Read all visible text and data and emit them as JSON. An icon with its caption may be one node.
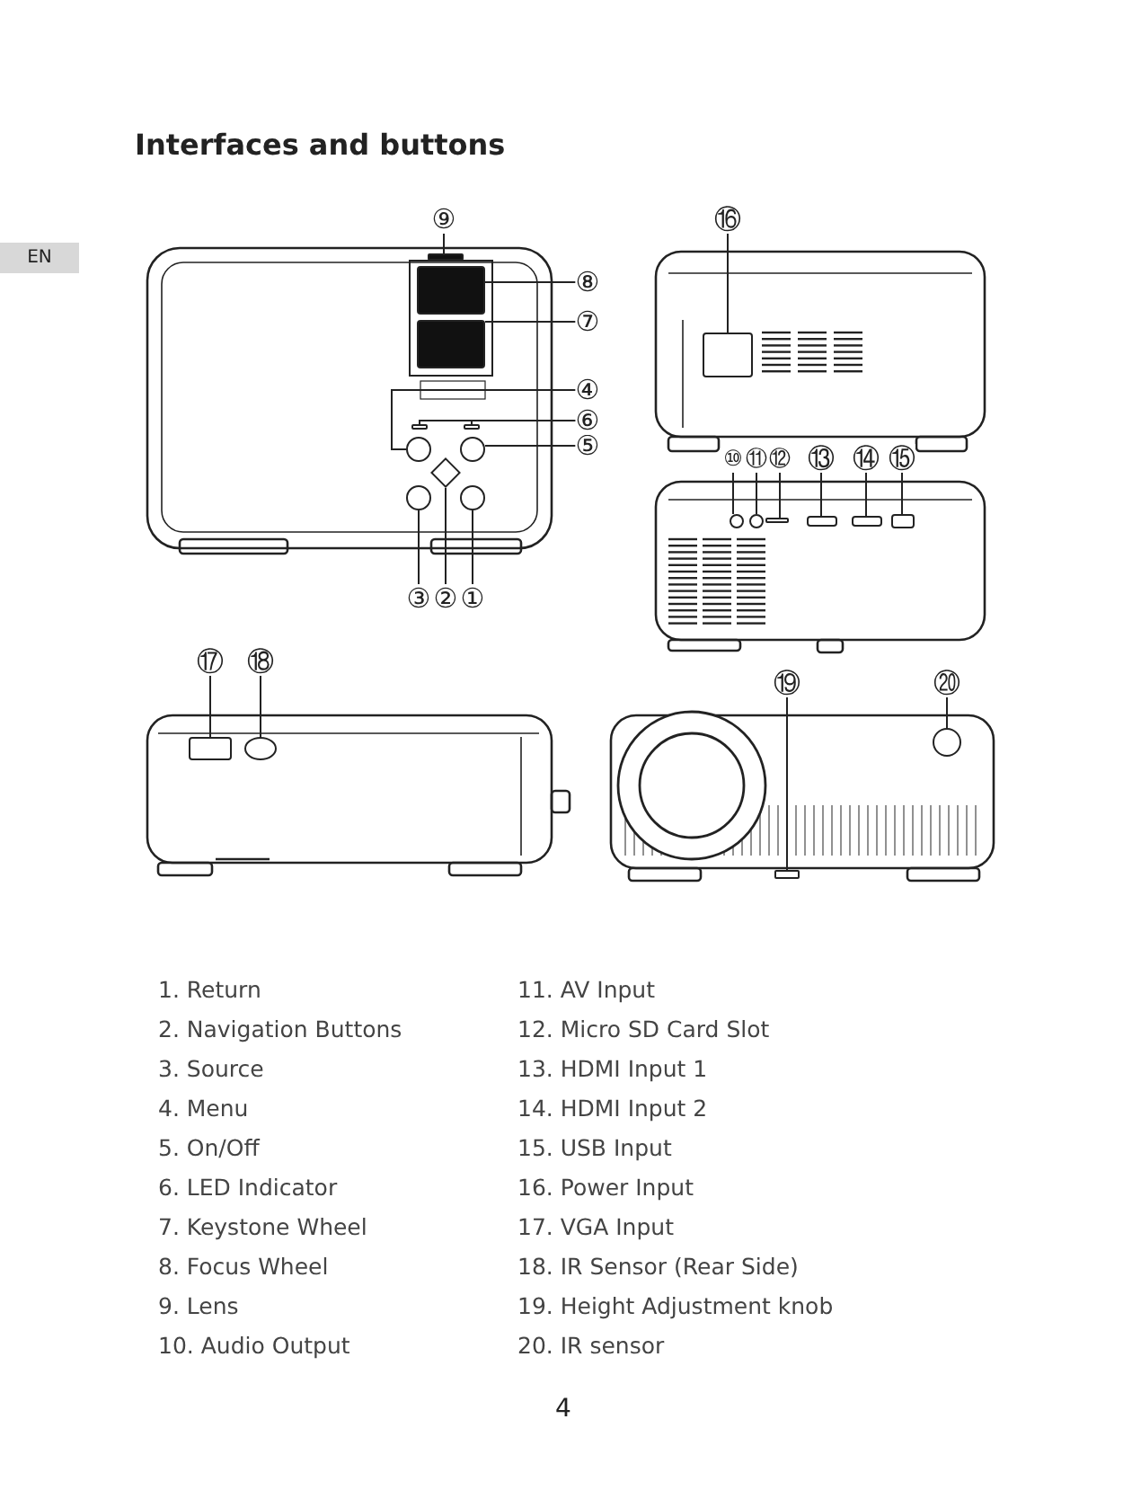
{
  "diagram": {
    "title": "Interfaces and buttons",
    "nodes": [
      {
        "text": [
          "①"
        ]
      },
      {
        "text": [
          "②"
        ]
      },
      {
        "text": [
          "③"
        ]
      },
      {
        "text": [
          "④"
        ]
      },
      {
        "text": [
          "⑤"
        ]
      },
      {
        "text": [
          "⑥"
        ]
      },
      {
        "text": [
          "⑦"
        ]
      },
      {
        "text": [
          "⑧"
        ]
      },
      {
        "text": [
          "⑨"
        ]
      },
      {
        "text": [
          "⑩"
        ]
      },
      {
        "text": [
          "⑪"
        ]
      },
      {
        "text": [
          "⑫"
        ]
      },
      {
        "text": [
          "⑬"
        ]
      },
      {
        "text": [
          "⑭"
        ]
      },
      {
        "text": [
          "⑮"
        ]
      },
      {
        "text": [
          "⑯"
        ]
      },
      {
        "text": [
          "⑰"
        ]
      },
      {
        "text": [
          "⑱"
        ]
      },
      {
        "text": [
          "⑲"
        ]
      },
      {
        "text": [
          "⑳"
        ]
      },
      {
        "text": [],
        "shape": "circle"
      },
      {
        "text": [],
        "shape": "diamond"
      },
      {
        "text": [],
        "shape": "circle"
      },
      {
        "text": [],
        "shape": "circle"
      },
      {
        "text": [],
        "shape": "circle"
      },
      {
        "text": [],
        "shape": "bar"
      },
      {
        "text": [],
        "shape": "box"
      },
      {
        "text": [],
        "shape": "box"
      },
      {
        "text": [],
        "shape": "bar"
      },
      {
        "text": [],
        "shape": "circle"
      },
      {
        "text": [],
        "shape": "circle"
      },
      {
        "text": [],
        "shape": "bar"
      },
      {
        "text": [],
        "shape": "box"
      },
      {
        "text": [],
        "shape": "box"
      },
      {
        "text": [],
        "shape": "box"
      },
      {
        "text": [],
        "shape": "box"
      },
      {
        "text": [],
        "shape": "box"
      },
      {
        "text": [],
        "shape": "circle"
      },
      {
        "text": [],
        "shape": "bar"
      },
      {
        "text": [],
        "shape": "circle"
      },
      {
        "text": [],
        "shape": "bar"
      }
    ],
    "edges": [
      {
        "from": 0,
        "to": 20,
        "arrow": "none"
      },
      {
        "from": 1,
        "to": 21,
        "arrow": "none"
      },
      {
        "from": 2,
        "to": 22,
        "arrow": "none"
      },
      {
        "from": 3,
        "to": 23,
        "arrow": "none"
      },
      {
        "from": 4,
        "to": 24,
        "arrow": "none"
      },
      {
        "from": 5,
        "to": 25,
        "arrow": "none"
      },
      {
        "from": 6,
        "to": 26,
        "arrow": "none"
      },
      {
        "from": 7,
        "to": 27,
        "arrow": "none"
      },
      {
        "from": 8,
        "to": 28,
        "arrow": "none"
      },
      {
        "from": 9,
        "to": 29,
        "arrow": "none"
      },
      {
        "from": 10,
        "to": 30,
        "arrow": "none"
      },
      {
        "from": 11,
        "to": 31,
        "arrow": "none"
      },
      {
        "from": 12,
        "to": 32,
        "arrow": "none"
      },
      {
        "from": 13,
        "to": 33,
        "arrow": "none"
      },
      {
        "from": 14,
        "to": 34,
        "arrow": "none"
      },
      {
        "from": 15,
        "to": 35,
        "arrow": "none"
      },
      {
        "from": 16,
        "to": 36,
        "arrow": "none"
      },
      {
        "from": 17,
        "to": 37,
        "arrow": "none"
      },
      {
        "from": 18,
        "to": 38,
        "arrow": "none"
      },
      {
        "from": 19,
        "to": 39,
        "arrow": "none"
      },
      {
        "from": 5,
        "to": 40,
        "arrow": "none"
      }
    ],
    "labels": [
      "EN",
      "1. Return",
      "2. Navigation Buttons",
      "3. Source",
      "4. Menu",
      "5. On/Off",
      "6. LED Indicator",
      "7. Keystone Wheel",
      "8. Focus Wheel",
      "9. Lens",
      "10. Audio Output",
      "11. AV Input",
      "12. Micro SD Card Slot",
      "13. HDMI Input 1",
      "14. HDMI Input 2",
      "15. USB Input",
      "16. Power Input",
      "17. VGA Input",
      "18. IR Sensor (Rear Side)",
      "19. Height Adjustment knob",
      "20. IR sensor",
      "4"
    ]
  }
}
